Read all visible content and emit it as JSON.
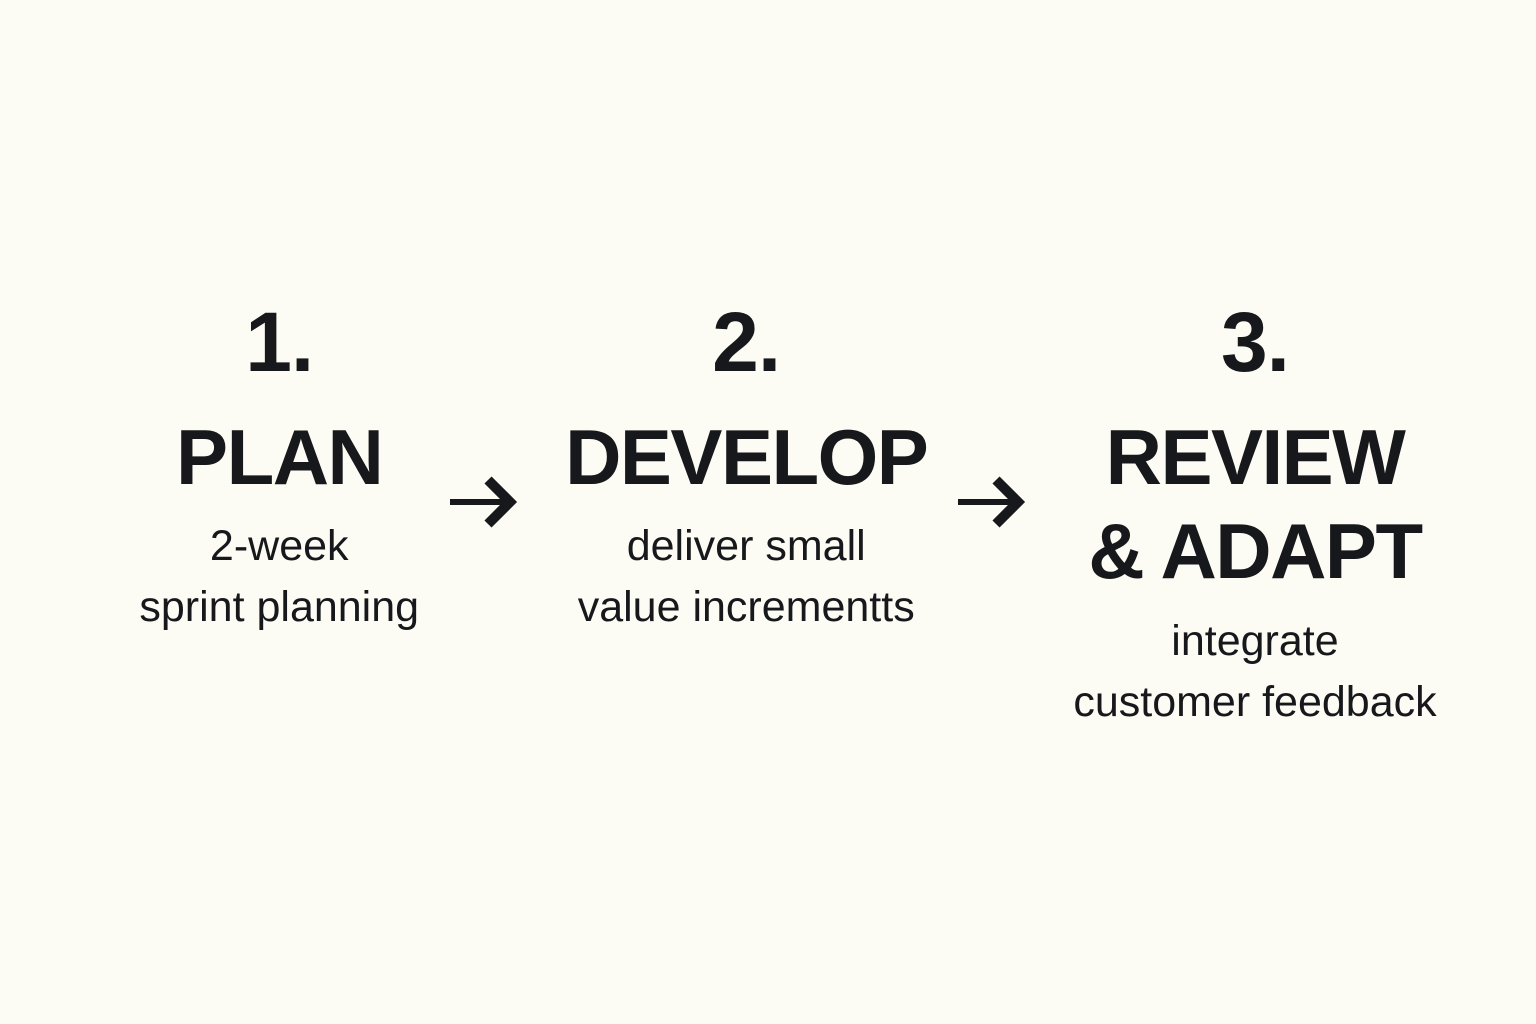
{
  "diagram": {
    "type": "process-flow",
    "background_color": "#FCFBF4",
    "text_color": "#16181B",
    "steps": [
      {
        "number": "1.",
        "title_lines": [
          "PLAN"
        ],
        "subtitle_lines": [
          "2-week",
          "sprint planning"
        ]
      },
      {
        "number": "2.",
        "title_lines": [
          "DEVELOP"
        ],
        "subtitle_lines": [
          "deliver small",
          "value incrementts"
        ]
      },
      {
        "number": "3.",
        "title_lines": [
          "REVIEW",
          "& ADAPT"
        ],
        "subtitle_lines": [
          "integrate",
          "customer feedback"
        ]
      }
    ],
    "connectors": [
      {
        "icon": "right-arrow-icon"
      },
      {
        "icon": "right-arrow-icon"
      }
    ]
  }
}
